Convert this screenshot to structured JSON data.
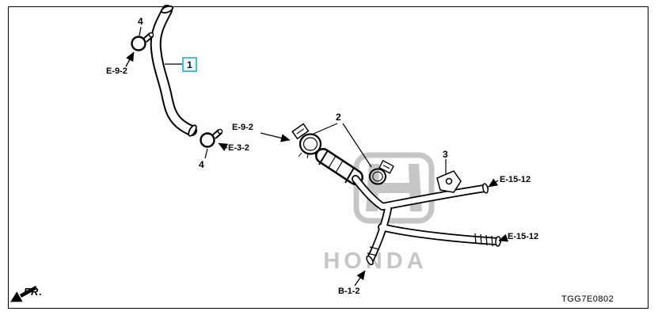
{
  "diagram": {
    "code": "TGG7E0802",
    "fr_label": "FR.",
    "watermark": "HONDA",
    "highlight_color": "#44bfd8",
    "callouts": {
      "part1": "1",
      "part2": "2",
      "part3": "3",
      "part4_top": "4",
      "part4_mid": "4"
    },
    "refs": {
      "e92_top": "E-9-2",
      "e32": "E-3-2",
      "e92_mid": "E-9-2",
      "e1512_upper": "E-15-12",
      "e1512_lower": "E-15-12",
      "b12": "B-1-2"
    }
  }
}
